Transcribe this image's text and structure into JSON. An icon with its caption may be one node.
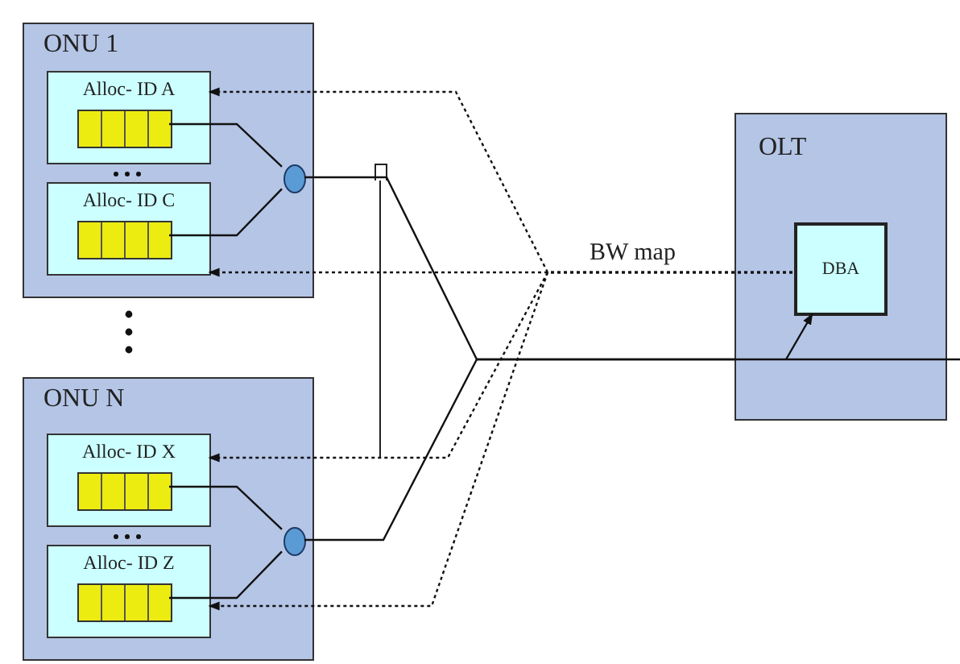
{
  "diagram": {
    "nodes": [
      {
        "text": [
          "ONU 1"
        ]
      },
      {
        "text": [
          "Alloc- ID A"
        ],
        "in": 0
      },
      {
        "text": [],
        "shape": "box",
        "in": 1
      },
      {
        "text": [
          "Alloc- ID C"
        ],
        "in": 0
      },
      {
        "text": [],
        "shape": "box",
        "in": 3
      },
      {
        "text": [],
        "shape": "circle",
        "in": 0
      },
      {
        "text": [
          "ONU N"
        ]
      },
      {
        "text": [
          "Alloc- ID X"
        ],
        "in": 6
      },
      {
        "text": [],
        "shape": "box",
        "in": 7
      },
      {
        "text": [
          "Alloc- ID Z"
        ],
        "in": 6
      },
      {
        "text": [],
        "shape": "box",
        "in": 9
      },
      {
        "text": [],
        "shape": "circle",
        "in": 6
      },
      {
        "text": [
          "OLT"
        ]
      },
      {
        "text": [
          "DBA"
        ],
        "in": 12
      }
    ],
    "edges": [
      {
        "from": 2,
        "to": 5,
        "arrow": "none"
      },
      {
        "from": 4,
        "to": 5,
        "arrow": "none"
      },
      {
        "from": 8,
        "to": 11,
        "arrow": "none"
      },
      {
        "from": 10,
        "to": 11,
        "arrow": "none"
      },
      {
        "from": 5,
        "to": 12,
        "arrow": "none"
      },
      {
        "from": 11,
        "to": 12,
        "arrow": "none"
      },
      {
        "from": 12,
        "to": null,
        "arrow": "none"
      },
      {
        "from": null,
        "to": 13,
        "arrow": "to"
      },
      {
        "from": 13,
        "to": 1,
        "arrow": "to",
        "style": "dashed"
      },
      {
        "from": 13,
        "to": 3,
        "arrow": "to",
        "style": "dashed"
      },
      {
        "from": 13,
        "to": 7,
        "arrow": "to",
        "style": "dashed"
      },
      {
        "from": 13,
        "to": 9,
        "arrow": "to",
        "style": "dashed"
      }
    ],
    "labels": [
      "BW map"
    ]
  }
}
